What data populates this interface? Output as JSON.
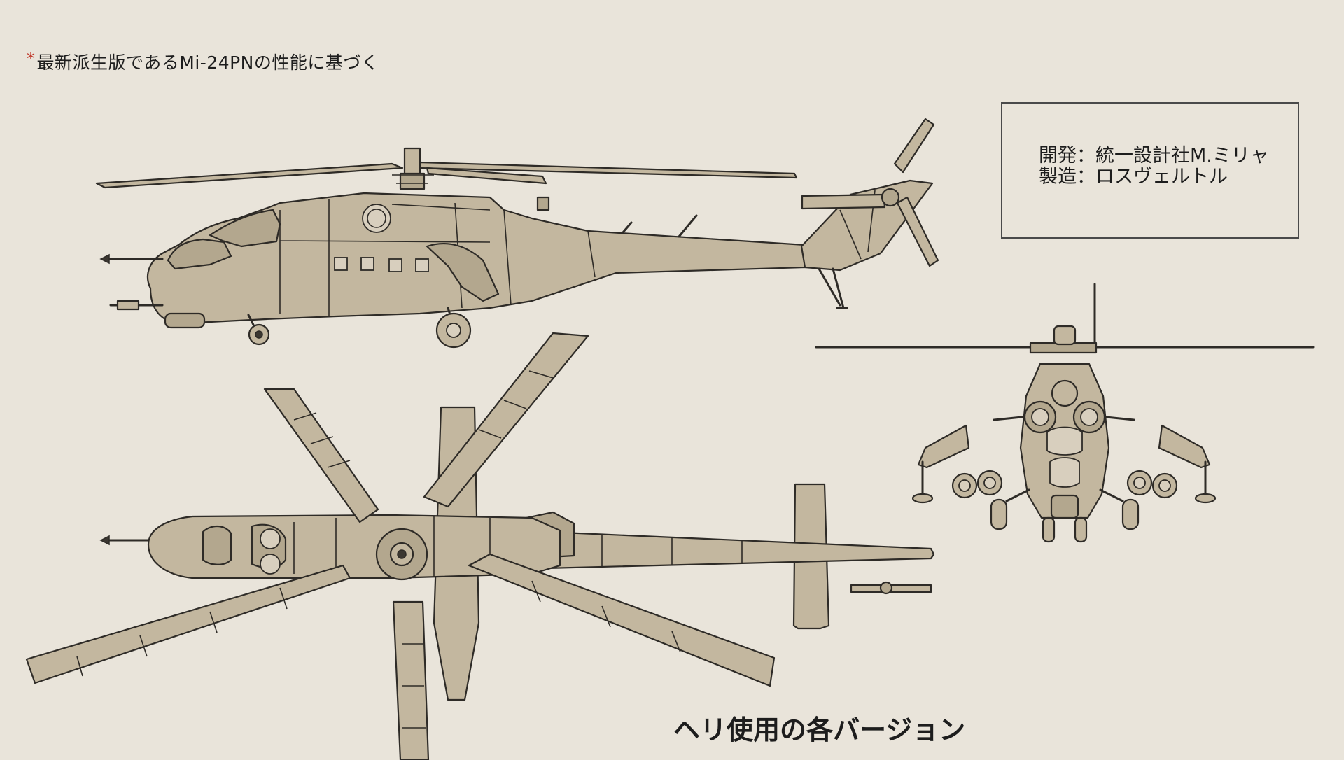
{
  "note": {
    "asterisk": "*",
    "text": "最新派生版であるMi-24PNの性能に基づく"
  },
  "info": {
    "developer_line": "開発：統一設計社M.ミリャ",
    "manufacturer_line": "製造：ロスヴェルトル"
  },
  "caption": "ヘリ使用の各バージョン",
  "colors": {
    "background": "#e9e4da",
    "airframe_fill": "#c3b79f",
    "outline": "#2e2b27",
    "accent_asterisk": "#c0392b"
  },
  "views": [
    "side-view",
    "top-view",
    "front-view"
  ]
}
